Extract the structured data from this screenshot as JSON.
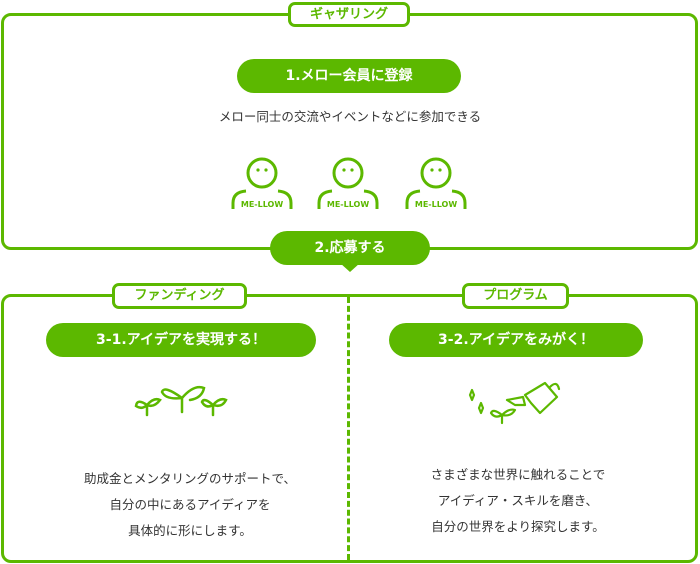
{
  "gathering": {
    "tag": "ギャザリング",
    "step": "1.メロー会員に登録",
    "description": "メロー同士の交流やイベントなどに参加できる",
    "members": [
      "ME-LLOW",
      "ME-LLOW",
      "ME-LLOW"
    ]
  },
  "apply": {
    "step": "2.応募する"
  },
  "funding": {
    "tag": "ファンディング",
    "step": "3-1.アイデアを実現する！",
    "lines": [
      "助成金とメンタリングのサポートで、",
      "自分の中にあるアイディアを",
      "具体的に形にします。"
    ]
  },
  "program": {
    "tag": "プログラム",
    "step": "3-2.アイデアをみがく！",
    "lines": [
      "さまざまな世界に触れることで",
      "アイディア・スキルを磨き、",
      "自分の世界をより探究します。"
    ]
  },
  "colors": {
    "accent": "#5cb800"
  }
}
